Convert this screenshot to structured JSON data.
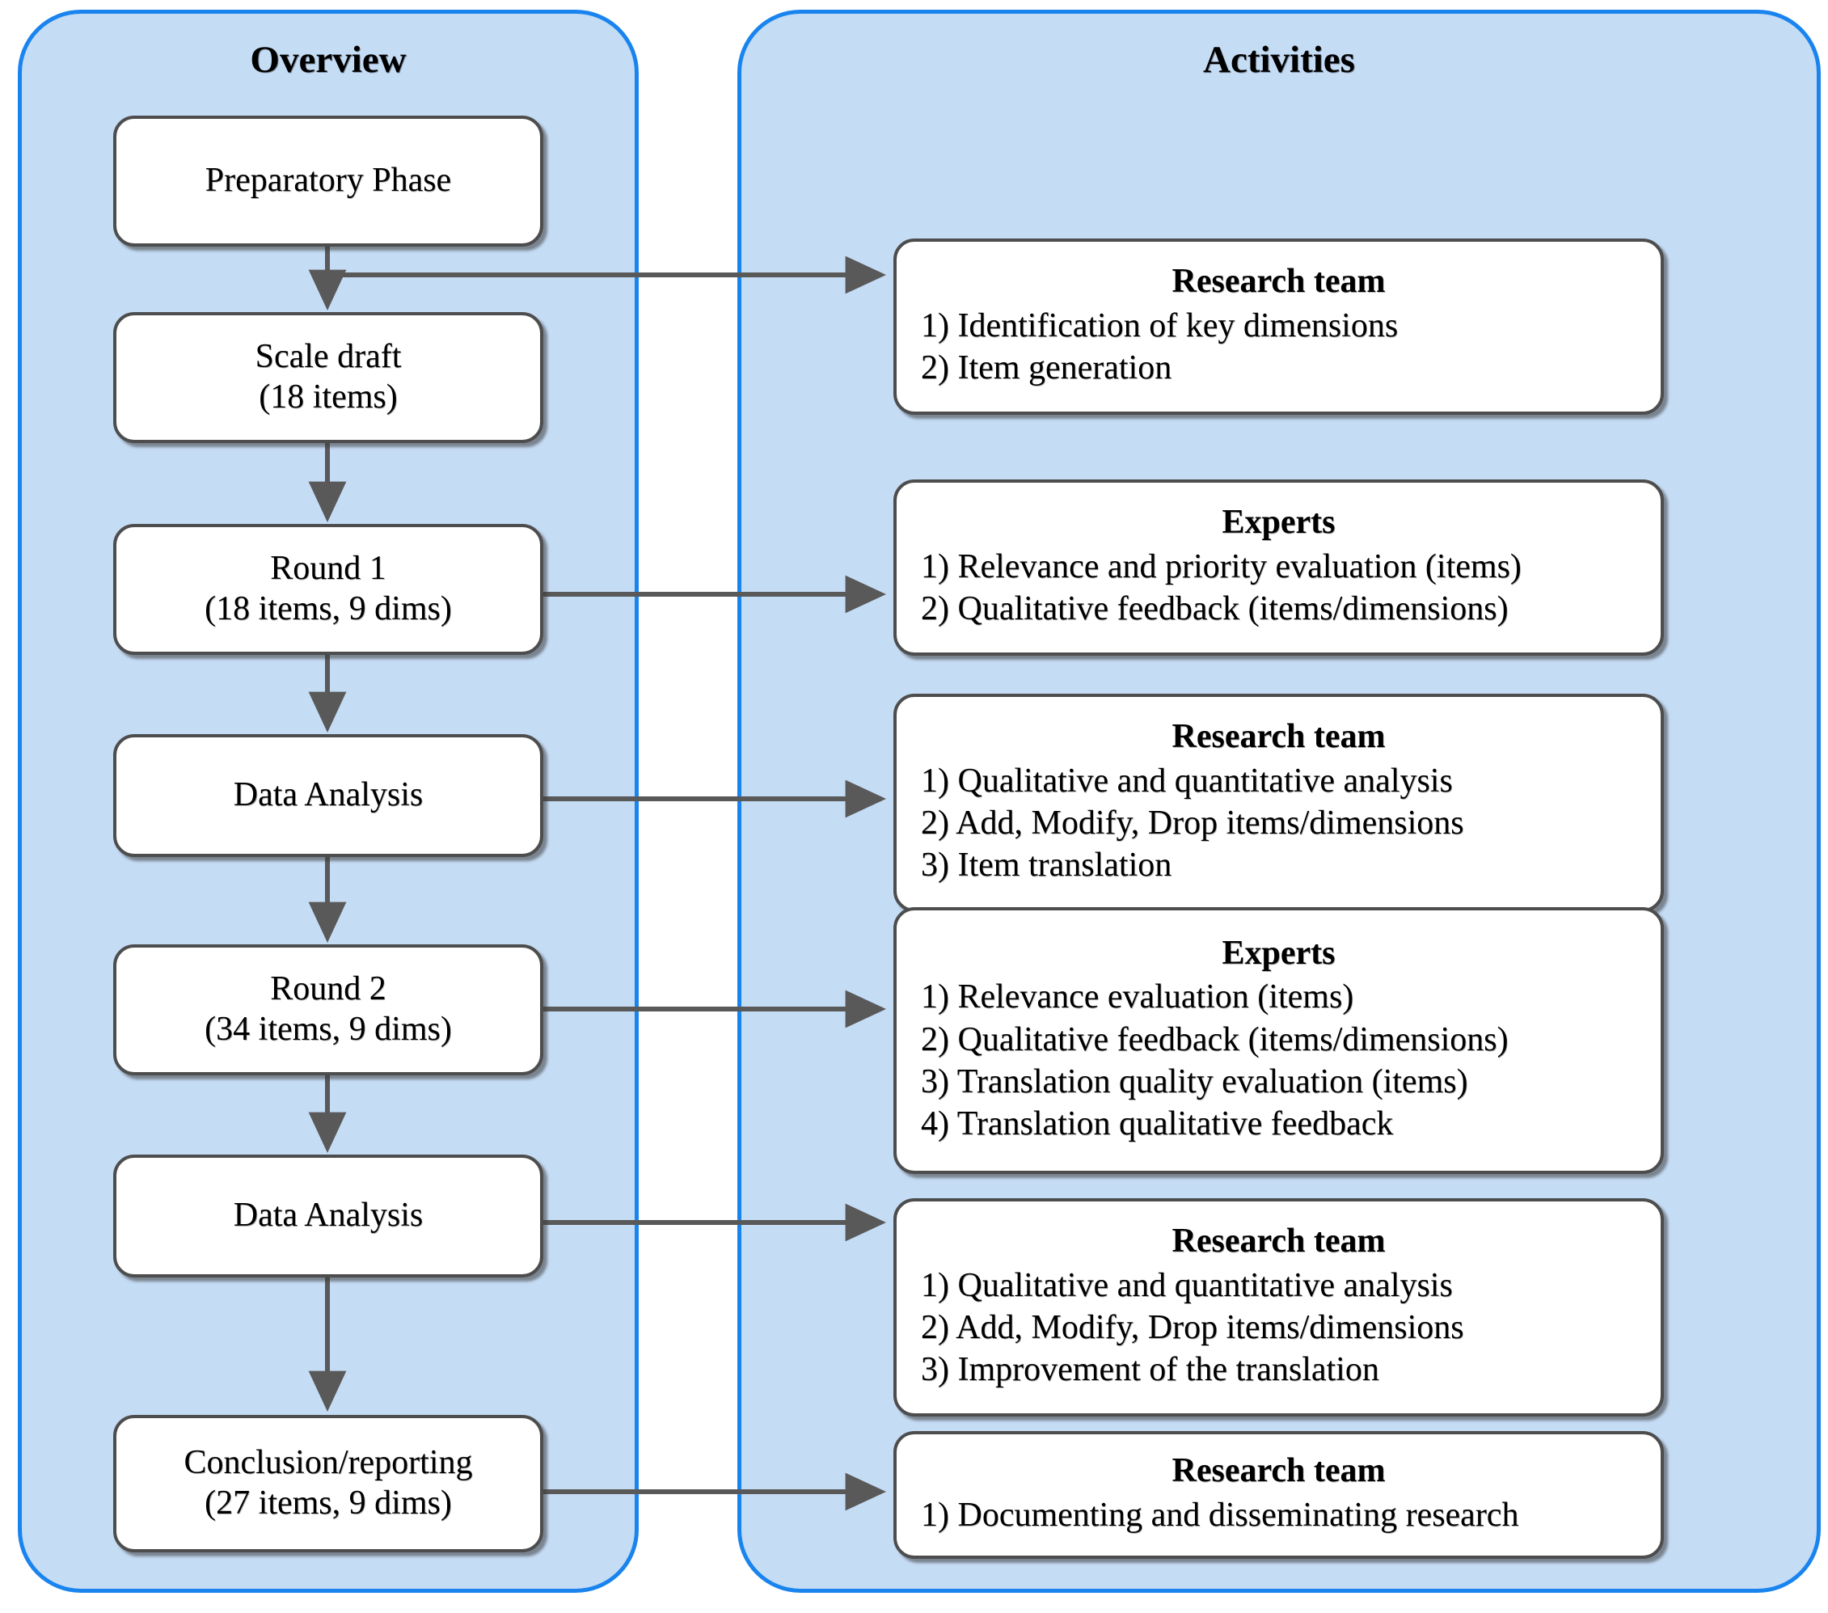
{
  "panels": {
    "overview": {
      "title": "Overview"
    },
    "activities": {
      "title": "Activities"
    }
  },
  "overview_nodes": [
    {
      "id": "preparatory-phase",
      "lines": [
        "Preparatory Phase"
      ]
    },
    {
      "id": "scale-draft",
      "lines": [
        "Scale draft",
        "(18 items)"
      ]
    },
    {
      "id": "round-1",
      "lines": [
        "Round 1",
        "(18 items, 9 dims)"
      ]
    },
    {
      "id": "data-analysis-1",
      "lines": [
        "Data Analysis"
      ]
    },
    {
      "id": "round-2",
      "lines": [
        "Round 2",
        "(34 items, 9 dims)"
      ]
    },
    {
      "id": "data-analysis-2",
      "lines": [
        "Data Analysis"
      ]
    },
    {
      "id": "conclusion-reporting",
      "lines": [
        "Conclusion/reporting",
        "(27 items, 9 dims)"
      ]
    }
  ],
  "activity_boxes": [
    {
      "id": "activity-research-team-1",
      "title": "Research team",
      "items": [
        "1) Identification of key dimensions",
        "2) Item generation"
      ]
    },
    {
      "id": "activity-experts-1",
      "title": "Experts",
      "items": [
        "1) Relevance and priority evaluation (items)",
        "2) Qualitative feedback (items/dimensions)"
      ]
    },
    {
      "id": "activity-research-team-2",
      "title": "Research team",
      "items": [
        "1) Qualitative and quantitative analysis",
        "2) Add, Modify, Drop items/dimensions",
        "3) Item translation"
      ]
    },
    {
      "id": "activity-experts-2",
      "title": "Experts",
      "items": [
        "1) Relevance evaluation (items)",
        "2) Qualitative feedback (items/dimensions)",
        "3) Translation quality evaluation (items)",
        "4) Translation qualitative feedback"
      ]
    },
    {
      "id": "activity-research-team-3",
      "title": "Research team",
      "items": [
        "1) Qualitative and quantitative analysis",
        "2) Add, Modify, Drop items/dimensions",
        "3) Improvement of the translation"
      ]
    },
    {
      "id": "activity-research-team-4",
      "title": "Research team",
      "items": [
        "1) Documenting and disseminating research"
      ]
    }
  ],
  "colors": {
    "panel_fill": "#c5dcf5",
    "panel_border": "#1a84ee",
    "node_border": "#4d4d4d",
    "node_fill": "#ffffff",
    "connector": "#595959",
    "text": "#000000"
  }
}
